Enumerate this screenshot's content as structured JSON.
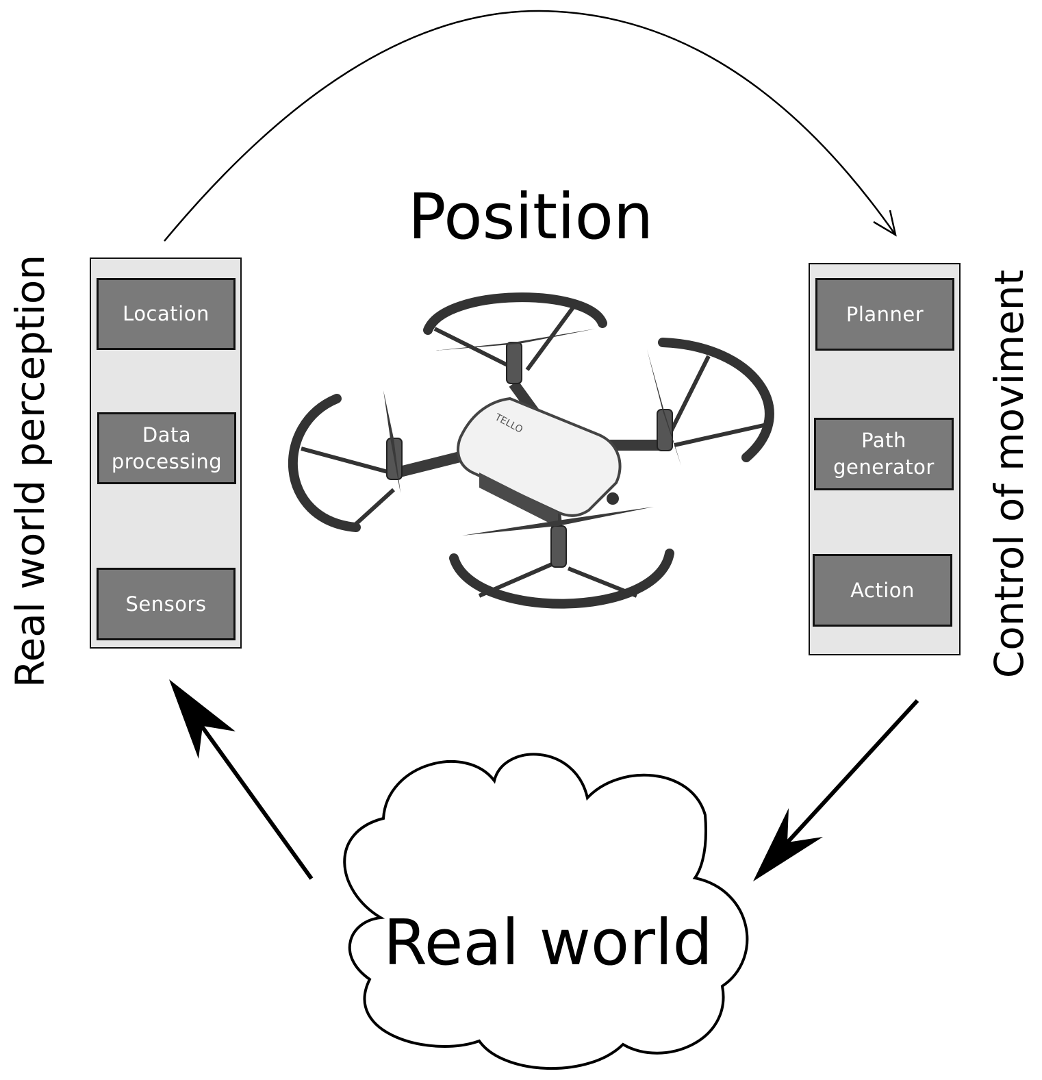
{
  "center_title": "Position",
  "left_label": "Real world perception",
  "right_label": "Control of moviment",
  "cloud_label": "Real world",
  "drone_brand": "TELLO",
  "perception_blocks": {
    "location": "Location",
    "data_processing": "Data\nprocessing",
    "sensors": "Sensors"
  },
  "control_blocks": {
    "planner": "Planner",
    "path_generator": "Path\ngenerator",
    "action": "Action"
  }
}
